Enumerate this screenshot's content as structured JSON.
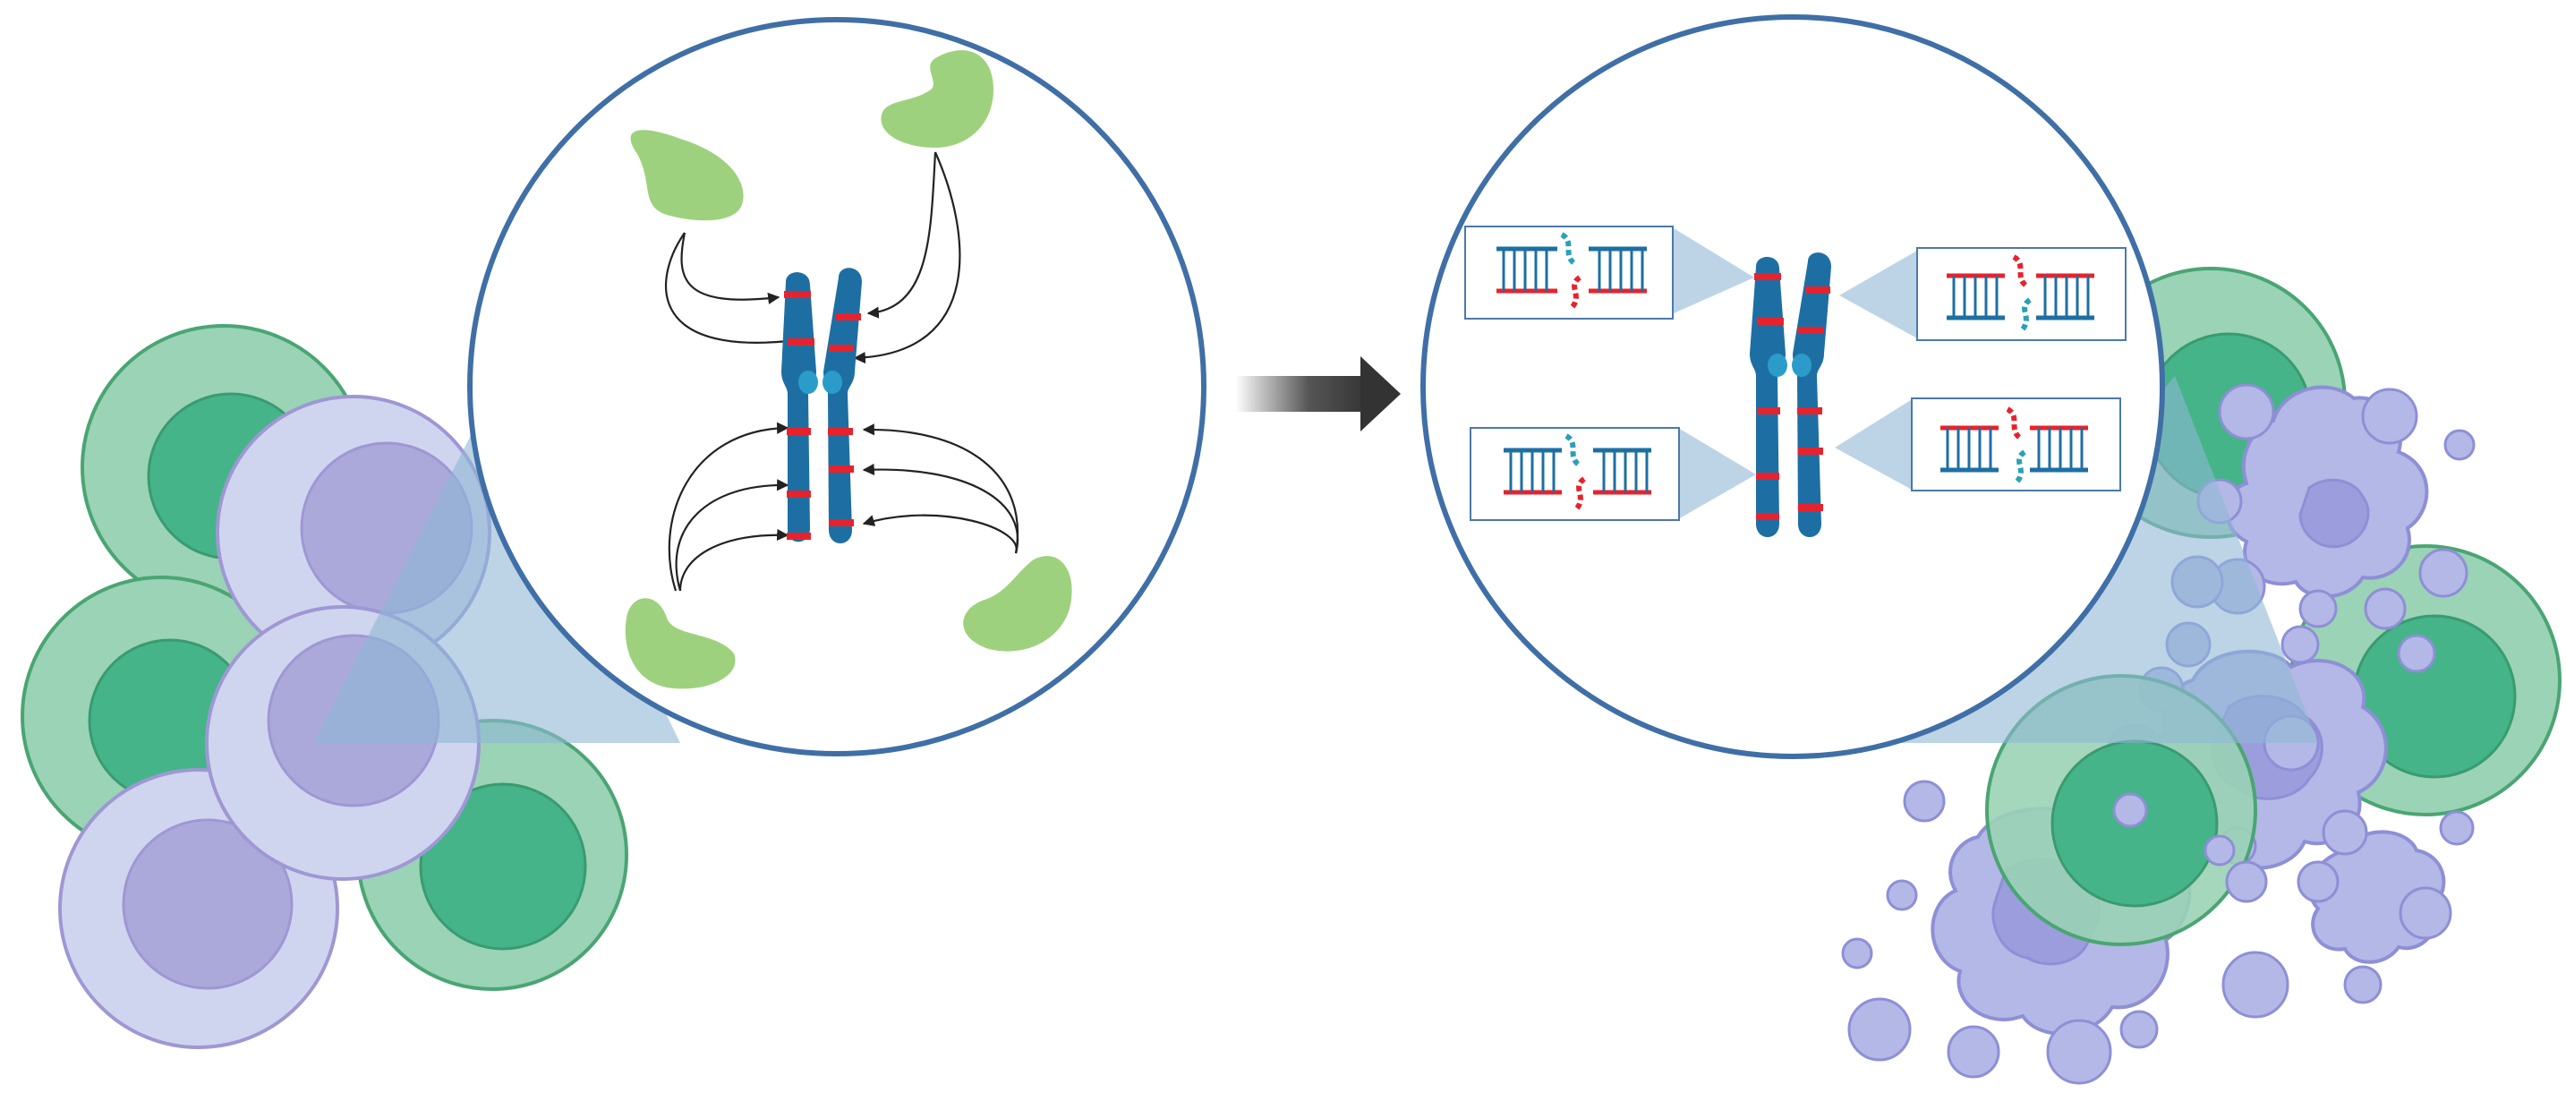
{
  "figure": {
    "left_panel": {
      "zoom_icon": "chromosome-with-binding-proteins-icon",
      "cell_cluster_icon": "healthy-cell-cluster-icon",
      "protein_count": 4,
      "band_count": 10
    },
    "transition": {
      "icon": "right-arrow-icon"
    },
    "right_panel": {
      "zoom_icon": "chromosome-with-dna-breaks-icon",
      "cell_cluster_icon": "apoptotic-cell-cluster-icon",
      "dna_break_count": 4
    }
  },
  "colors": {
    "circle_border": "#3f6fa6",
    "chromatid": "#1d6fa3",
    "chromatid_band": "#e8222d",
    "centromere": "#2b9cc9",
    "protein": "#9ed17d",
    "cell_green_outer": "#9ad3b5",
    "cell_green_inner": "#45b488",
    "cell_green_border": "#4aa573",
    "cell_lavender_outer": "#cfd5ee",
    "cell_lavender_inner": "#aba9da",
    "cell_lavender_border": "#9f97d4",
    "blebbing_cell": "#b3b8e6",
    "blebbing_border": "#8e8fd6",
    "zoom_wedge": "#8fb8d6",
    "dna_red": "#e8222d",
    "dna_blue": "#1d6fa3",
    "dna_teal": "#2aa0b8",
    "arrow": "#333333"
  }
}
